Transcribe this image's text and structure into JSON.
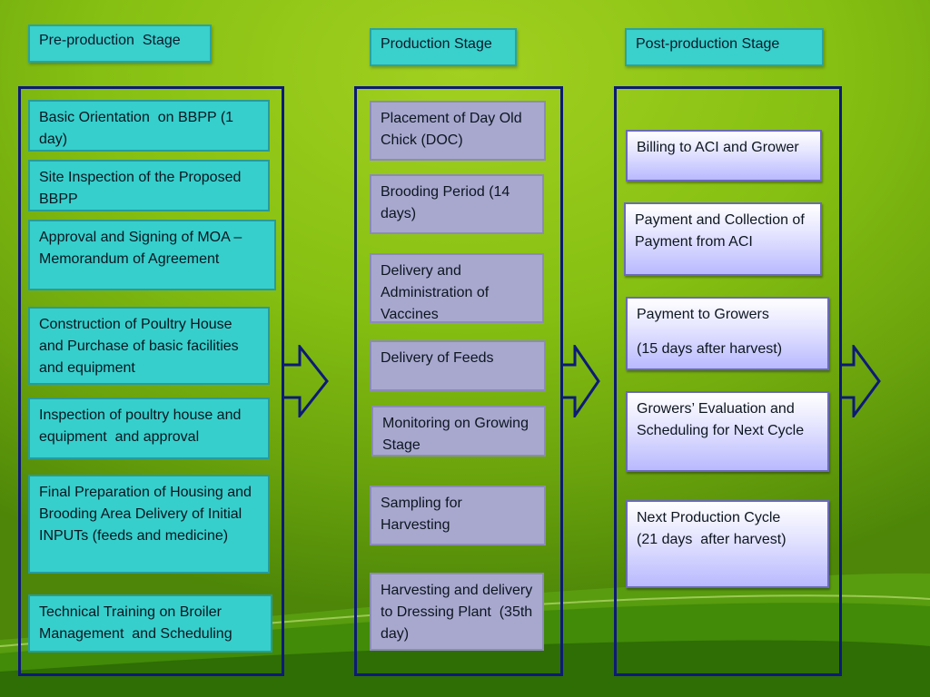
{
  "colors": {
    "background": "#86c012",
    "header_fill": "#3ad0cc",
    "frame_border": "#0c1a78",
    "pre_box_fill": "#36cfcc",
    "production_box_fill": "#a8a8cf",
    "post_box_fill": "#c9c9ff"
  },
  "stages": {
    "pre": {
      "title": "Pre-production  Stage",
      "steps": [
        "Basic Orientation  on BBPP (1 day)",
        "Site Inspection of the Proposed BBPP",
        "Approval and Signing of MOA – Memorandum of Agreement",
        "Construction of Poultry House and Purchase of basic facilities and equipment",
        "Inspection of poultry house and equipment  and approval",
        "Final Preparation of Housing and Brooding Area Delivery of Initial INPUTs (feeds and medicine)",
        "Technical Training on Broiler Management  and Scheduling"
      ]
    },
    "production": {
      "title": "Production Stage",
      "steps": [
        "Placement of Day Old Chick (DOC)",
        "Brooding Period (14 days)",
        "Delivery and Administration of Vaccines",
        "Delivery of Feeds",
        "Monitoring on Growing Stage",
        "Sampling for Harvesting",
        "Harvesting and delivery to Dressing Plant  (35th day)"
      ]
    },
    "post": {
      "title": "Post-production Stage",
      "steps": [
        "Billing to ACI and Grower",
        "Payment and Collection of Payment from ACI",
        {
          "line1": "Payment to Growers",
          "line2": "(15 days after harvest)"
        },
        "Growers’ Evaluation and Scheduling for Next Cycle",
        {
          "line1": "Next Production Cycle",
          "line2": "(21 days  after harvest)"
        }
      ]
    }
  }
}
